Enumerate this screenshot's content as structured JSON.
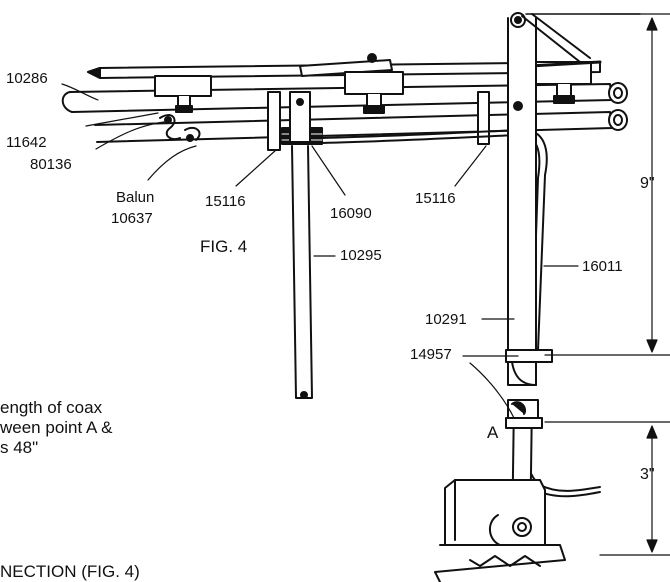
{
  "figure_label": "FIG. 4",
  "part_labels": {
    "p10286": "10286",
    "p11642": "11642",
    "p80136": "80136",
    "balun_word": "Balun",
    "balun_num": "10637",
    "p15116_left": "15116",
    "p16090": "16090",
    "p15116_right": "15116",
    "p10295": "10295",
    "p16011": "16011",
    "p10291": "10291",
    "p14957": "14957",
    "point_a": "A"
  },
  "dimensions": {
    "upper": "9\"",
    "lower": "3\""
  },
  "note_lines": [
    "ength of coax",
    "ween point A &",
    "s 48\""
  ],
  "caption_fragment": "NECTION (FIG. 4)"
}
